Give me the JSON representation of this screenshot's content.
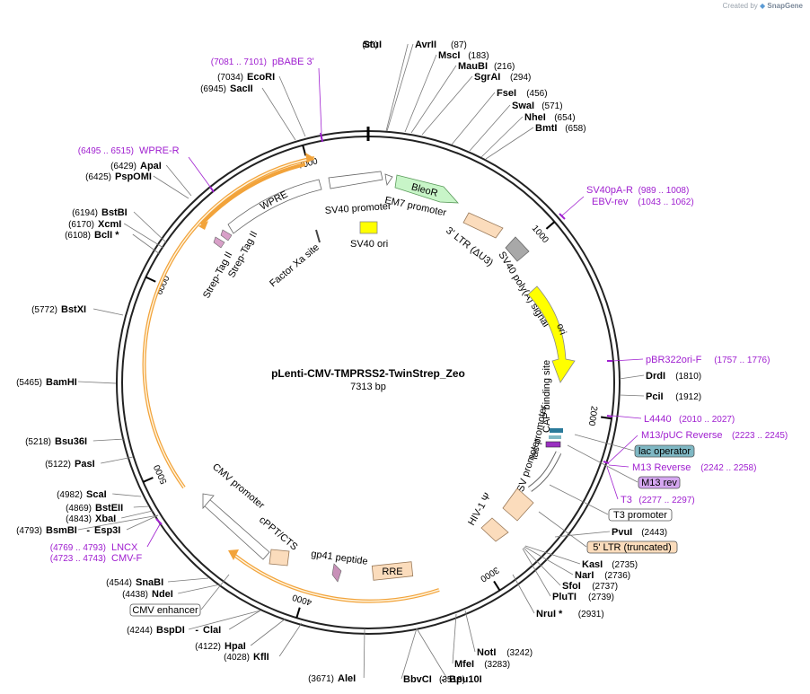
{
  "credit": {
    "prefix": "Created by",
    "brand": "SnapGene"
  },
  "plasmid": {
    "name": "pLenti-CMV-TMPRSS2-TwinStrep_Zeo",
    "length_label": "7313 bp",
    "length": 7313
  },
  "ticks": [
    "1000",
    "2000",
    "3000",
    "4000",
    "5000",
    "6000",
    "7000"
  ],
  "sites": [
    {
      "name": "StuI",
      "pos": "(86)"
    },
    {
      "name": "AvrII",
      "pos": "(87)"
    },
    {
      "name": "MscI",
      "pos": "(183)"
    },
    {
      "name": "MauBI",
      "pos": "(216)"
    },
    {
      "name": "SgrAI",
      "pos": "(294)"
    },
    {
      "name": "FseI",
      "pos": "(456)"
    },
    {
      "name": "SwaI",
      "pos": "(571)"
    },
    {
      "name": "NheI",
      "pos": "(654)"
    },
    {
      "name": "BmtI",
      "pos": "(658)"
    },
    {
      "name": "DrdI",
      "pos": "(1810)"
    },
    {
      "name": "PciI",
      "pos": "(1912)"
    },
    {
      "name": "PvuI",
      "pos": "(2443)"
    },
    {
      "name": "KasI",
      "pos": "(2735)"
    },
    {
      "name": "NarI",
      "pos": "(2736)"
    },
    {
      "name": "SfoI",
      "pos": "(2737)"
    },
    {
      "name": "PluTI",
      "pos": "(2739)"
    },
    {
      "name": "NruI *",
      "pos": "(2931)"
    },
    {
      "name": "NotI",
      "pos": "(3242)"
    },
    {
      "name": "MfeI",
      "pos": "(3283)"
    },
    {
      "name": "BbvCI",
      "pos": "(3518)"
    },
    {
      "name": "Bpu10I",
      "pos": ""
    },
    {
      "name": "AleI",
      "pos": "(3671)"
    },
    {
      "name": "KflI",
      "pos": "(4028)"
    },
    {
      "name": "HpaI",
      "pos": "(4122)"
    },
    {
      "name": "BspDI",
      "pos": "(4244)"
    },
    {
      "name": "ClaI",
      "pos": ""
    },
    {
      "name": "NdeI",
      "pos": "(4438)"
    },
    {
      "name": "SnaBI",
      "pos": "(4544)"
    },
    {
      "name": "BsmBI",
      "pos": "(4793)"
    },
    {
      "name": "Esp3I",
      "pos": ""
    },
    {
      "name": "XbaI",
      "pos": "(4843)"
    },
    {
      "name": "BstEII",
      "pos": "(4869)"
    },
    {
      "name": "ScaI",
      "pos": "(4982)"
    },
    {
      "name": "PasI",
      "pos": "(5122)"
    },
    {
      "name": "Bsu36I",
      "pos": "(5218)"
    },
    {
      "name": "BamHI",
      "pos": "(5465)"
    },
    {
      "name": "BstXI",
      "pos": "(5772)"
    },
    {
      "name": "BclI *",
      "pos": "(6108)"
    },
    {
      "name": "XcmI",
      "pos": "(6170)"
    },
    {
      "name": "BstBI",
      "pos": "(6194)"
    },
    {
      "name": "PspOMI",
      "pos": "(6425)"
    },
    {
      "name": "ApaI",
      "pos": "(6429)"
    },
    {
      "name": "SacII",
      "pos": "(6945)"
    },
    {
      "name": "EcoRI",
      "pos": "(7034)"
    }
  ],
  "primers": [
    {
      "name": "pBABE 3'",
      "range": "(7081 .. 7101)"
    },
    {
      "name": "WPRE-R",
      "range": "(6495 .. 6515)"
    },
    {
      "name": "SV40pA-R",
      "range": "(989 .. 1008)"
    },
    {
      "name": "EBV-rev",
      "range": "(1043 .. 1062)"
    },
    {
      "name": "pBR322ori-F",
      "range": "(1757 .. 1776)"
    },
    {
      "name": "L4440",
      "range": "(2010 .. 2027)"
    },
    {
      "name": "M13/pUC Reverse",
      "range": "(2223 .. 2245)"
    },
    {
      "name": "M13 Reverse",
      "range": "(2242 .. 2258)"
    },
    {
      "name": "T3",
      "range": "(2277 .. 2297)"
    },
    {
      "name": "LNCX",
      "range": "(4769 .. 4793)"
    },
    {
      "name": "CMV-F",
      "range": "(4723 .. 4743)"
    }
  ],
  "boxed_features": [
    {
      "name": "lac operator",
      "color": "#7fb8c4"
    },
    {
      "name": "M13 rev",
      "color": "#d4a6f0"
    },
    {
      "name": "T3 promoter",
      "color": "#ffffff"
    },
    {
      "name": "5' LTR (truncated)",
      "color": "#fbdcbc"
    },
    {
      "name": "CMV enhancer",
      "color": "#ffffff"
    }
  ],
  "features": {
    "bleor": "BleoR",
    "em7": "EM7 promoter",
    "sv40_promoter": "SV40 promoter",
    "sv40_ori": "SV40 ori",
    "ltr3": "3' LTR (ΔU3)",
    "sv40_polya": "SV40 poly(A) signal",
    "ori": "ori",
    "cap": "CAP binding site",
    "lac_promoter": "lac promoter",
    "rsv": "RSV promoter",
    "hiv": "HIV-1 Ψ",
    "rre": "RRE",
    "gp41": "gp41 peptide",
    "cppt": "cPPT/CTS",
    "cmv_promoter": "CMV promoter",
    "wpre": "WPRE",
    "strep1": "Strep-Tag II",
    "strep2": "Strep-Tag II",
    "factor_xa": "Factor Xa site"
  },
  "colors": {
    "bleor": "#c8f5c8",
    "ori": "#ffff00",
    "sv40_ori": "#ffff00",
    "ltr": "#fbdcbc",
    "polya": "#a8a8a8",
    "orf_arc": "#f2a33a",
    "primer": "#a020d0",
    "promoter": "#ffffff",
    "strep": "#d8a0c8"
  }
}
